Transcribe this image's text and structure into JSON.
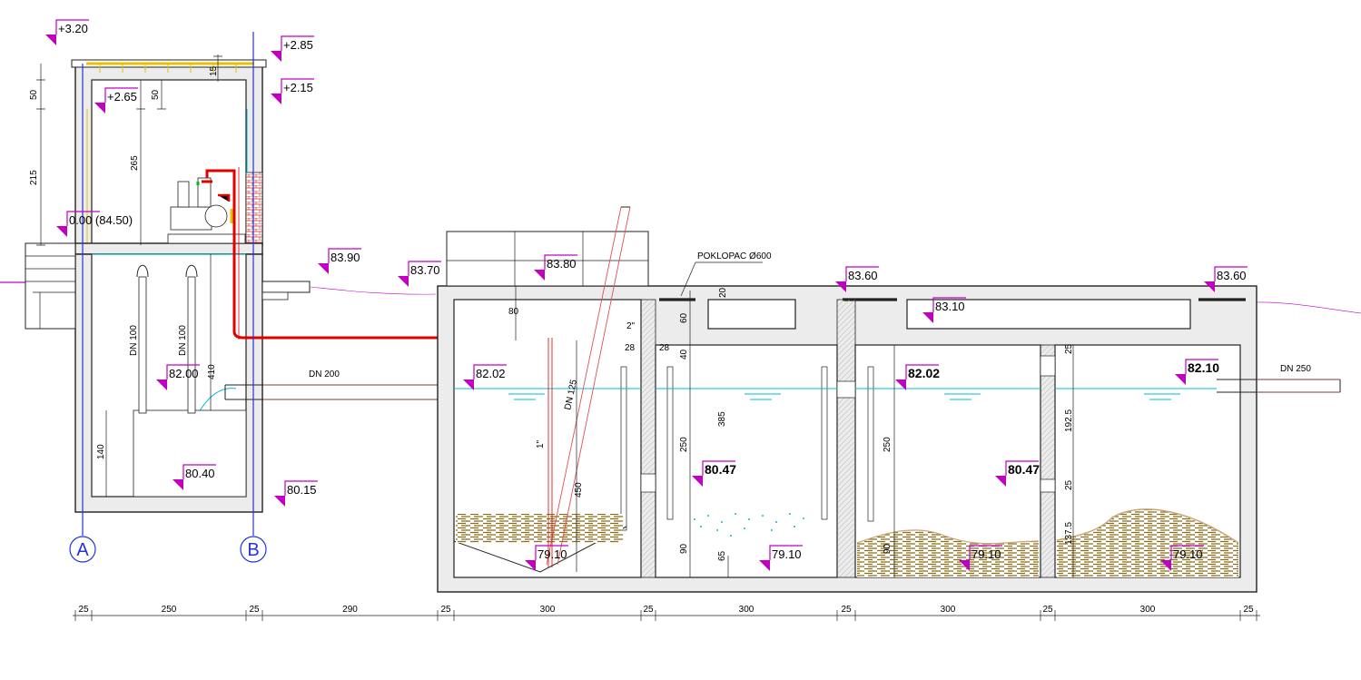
{
  "levels": {
    "l_320": "+3.20",
    "l_285": "+2.85",
    "l_265": "+2.65",
    "l_215": "+2.15",
    "l_000": "0.00 (84.50)",
    "l_8390": "83.90",
    "l_8370": "83.70",
    "l_8380": "83.80",
    "l_8360a": "83.60",
    "l_8310": "83.10",
    "l_8360b": "83.60",
    "l_8200": "82.00",
    "l_8202a": "82.02",
    "l_8202b": "82.02",
    "l_8210": "82.10",
    "l_8047a": "80.47",
    "l_8047b": "80.47",
    "l_8040": "80.40",
    "l_8015": "80.15",
    "l_7910a": "79.10",
    "l_7910b": "79.10",
    "l_7910c": "79.10",
    "l_7910d": "79.10"
  },
  "labels": {
    "poklopac": "POKLOPAC Ø600",
    "dn100a": "DN 100",
    "dn100b": "DN 100",
    "dn200": "DN 200",
    "dn250": "DN 250",
    "dn125": "DN 125",
    "inch2": "2\"",
    "inch1": "1\"",
    "axis_a": "A",
    "axis_b": "B"
  },
  "dims": {
    "v50a": "50",
    "v50b": "50",
    "v215": "215",
    "v265": "265",
    "v15": "15",
    "v410": "410",
    "v140": "140",
    "v80": "80",
    "v450": "450",
    "v20": "20",
    "v60": "60",
    "v40": "40",
    "v28a": "28",
    "v28b": "28",
    "v250a": "250",
    "v385": "385",
    "v90a": "90",
    "v65": "65",
    "v250b": "250",
    "v90b": "90",
    "v25a": "25",
    "v1925": "192.5",
    "v25b": "25",
    "v1375": "137.5"
  },
  "bottom_dims": [
    "25",
    "250",
    "25",
    "290",
    "25",
    "300",
    "25",
    "300",
    "25",
    "300",
    "25",
    "300",
    "25"
  ],
  "colors": {
    "level_marker": "#c000c0",
    "water": "#00bcd4",
    "pipe_pressure": "#e00000",
    "sludge": "#8a6d1a",
    "axis": "#2233dd"
  }
}
